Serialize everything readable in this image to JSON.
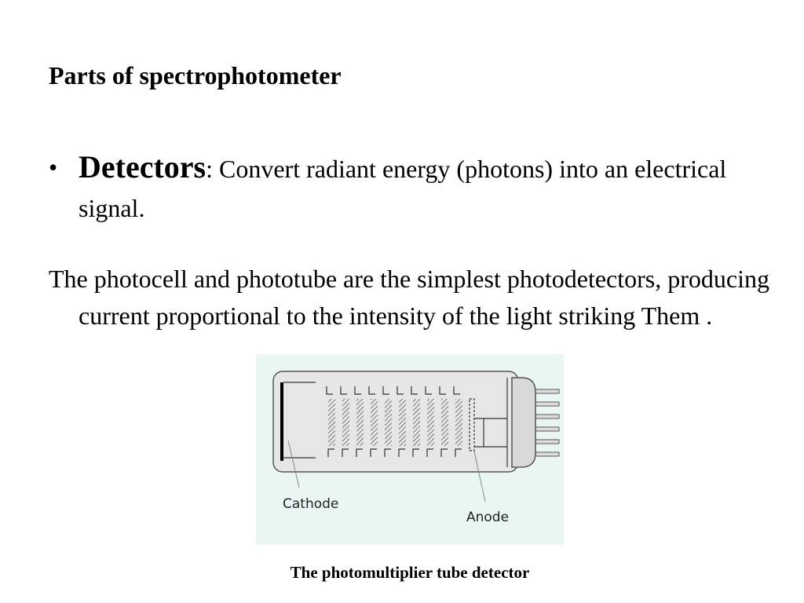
{
  "slide": {
    "title": "Parts of spectrophotometer",
    "bullet": {
      "marker": "•",
      "term": "Detectors",
      "separator": ":",
      "definition": " Convert radiant energy (photons) into an electrical signal."
    },
    "paragraph": "The photocell and phototube are the simplest photodetectors, producing current proportional to the intensity of the light striking Them ."
  },
  "figure": {
    "cathode_label": "Cathode",
    "anode_label": "Anode",
    "caption": "The photomultiplier tube detector",
    "colors": {
      "panel_background": "#e9f6f3",
      "tube_fill": "#e6e6e6",
      "tube_stroke": "#555555"
    }
  }
}
